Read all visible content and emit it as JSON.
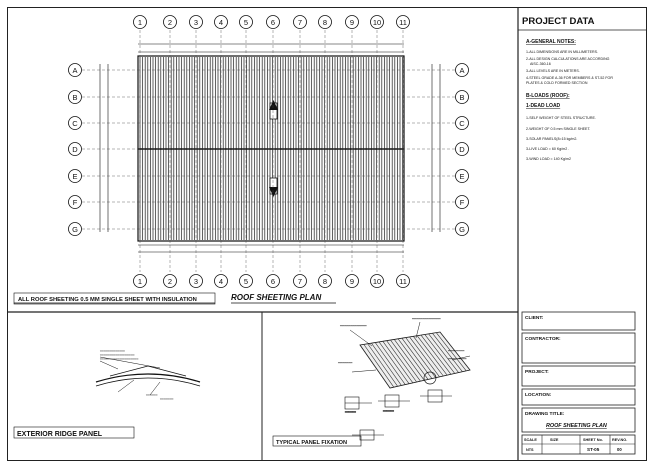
{
  "grid": {
    "columns": [
      "1",
      "2",
      "3",
      "4",
      "5",
      "6",
      "7",
      "8",
      "9",
      "10",
      "11"
    ],
    "rows": [
      "A",
      "B",
      "C",
      "D",
      "E",
      "F",
      "G"
    ]
  },
  "plan": {
    "roof_caption": "ALL ROOF SHEETING 0.5 MM  SINGLE SHEET WITH INSULATION",
    "plan_title": "ROOF SHEETING PLAN"
  },
  "detail_titles": {
    "ridge": "EXTERIOR RIDGE PANEL",
    "fixation": "TYPICAL PANEL  FIXATION"
  },
  "project_data": {
    "title": "PROJECT DATA",
    "general_heading": "A-GENERAL NOTES:",
    "notes": [
      "1-ALL DIMENSIONS ARE IN MILLIMETERS.",
      "2-ALL DESIGN CALCULATIONS ARE ACCORDING",
      "AISC-360-16",
      "3-ALL LEVELS ARE IN METERS.",
      "4-STEEL GRADE A-36 FOR MEMBERS & ST-52 FOR",
      "PLATES & COLD FORMED SECTION"
    ],
    "loads_heading": "B-LOADS (ROOF):",
    "dead_load_heading": "1-DEAD LOAD",
    "loads": [
      "1-SELF WEIGHT OF STEEL STRUCTURE.",
      "2-WEIGHT OF 0.5 mm SINGLE SHEET.",
      "3-SOLAR PANELS(8=15 kg/m2.",
      "3-LIVE LOAD = 60 Kg/m2 .",
      "3-WIND LOAD = 140 Kg/m2"
    ]
  },
  "title_block": {
    "client": "CLIENT:",
    "contractor": "CONTRACTOR:",
    "project": "PROJECT:",
    "location": "LOCATION:",
    "drawing_title_label": "DRAWING TITLE:",
    "drawing_title": "ROOF SHEETING  PLAN",
    "scale_label": "SCALE",
    "size_label": "SIZE",
    "sheet_label": "SHEET No.",
    "rev_label": "REV.NO.",
    "scale_value": "NTS",
    "sheet_value": "ST-05",
    "rev_value": "00"
  }
}
